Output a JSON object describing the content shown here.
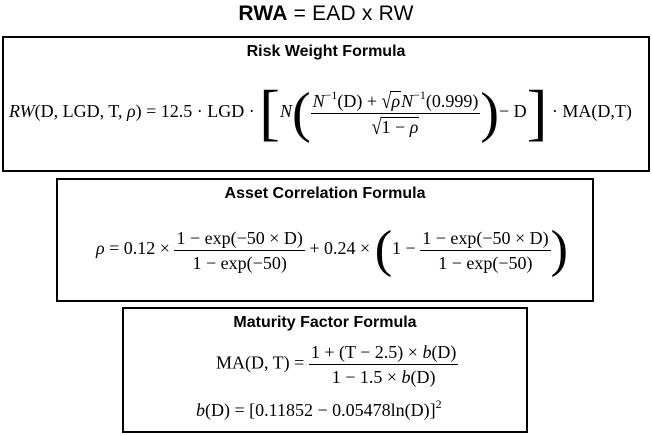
{
  "header": {
    "rwa": "RWA",
    "rest": " = EAD x RW"
  },
  "risk_weight": {
    "title": "Risk Weight Formula",
    "lhs_fn": "RW",
    "lhs_args": "(D, LGD, T, ",
    "rho": "ρ",
    "lhs_close": ")",
    "equals_coef": " = 12.5 · LGD · ",
    "n": "N",
    "n_inv": "N",
    "inv_exp": "−1",
    "d_arg": "(D) + ",
    "n_inv2": "N",
    "conf": "(0.999)",
    "den_one_minus": "1 − ",
    "minus_d": "− D",
    "ma": " · MA(D,T)"
  },
  "asset_correlation": {
    "title": "Asset Correlation Formula",
    "rho": "ρ",
    "eq": " = 0.12 × ",
    "num1": "1 − exp(−50 × D)",
    "den1": "1 − exp(−50)",
    "plus": " + 0.24 × ",
    "one_minus": "1 − ",
    "num2": "1 − exp(−50 × D)",
    "den2": "1 − exp(−50)"
  },
  "maturity": {
    "title": "Maturity Factor Formula",
    "lhs": "MA(D, T) = ",
    "num_a": "1 + (T − 2.5) × ",
    "b": "b",
    "num_b": "(D)",
    "den_a": "1 − 1.5 × ",
    "den_b": "(D)",
    "b_lhs": "b",
    "b_rest": "(D) = [0.11852 − 0.05478ln(D)]",
    "b_exp": "2"
  }
}
